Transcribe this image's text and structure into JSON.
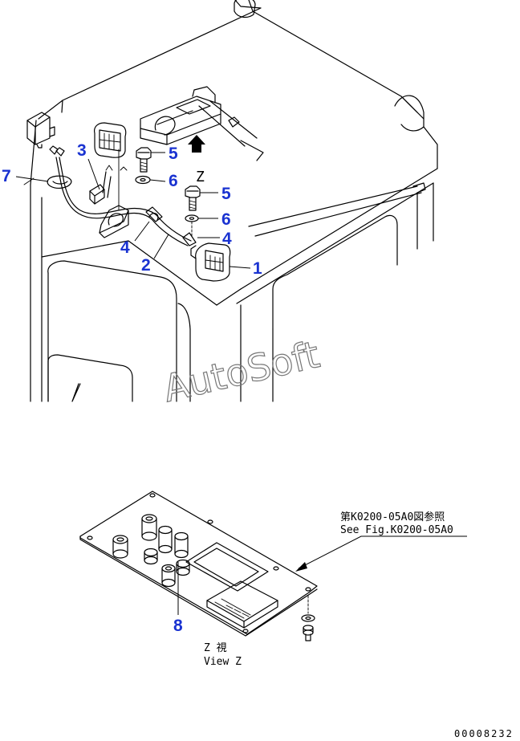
{
  "callouts": {
    "c1": "1",
    "c2": "2",
    "c3": "3",
    "c4a": "4",
    "c4b": "4",
    "c5a": "5",
    "c5b": "5",
    "c6a": "6",
    "c6b": "6",
    "c7": "7",
    "c8": "8"
  },
  "view_marker": "Z",
  "reference": {
    "jp": "第K0200-05A0図参照",
    "en": "See Fig.K0200-05A0"
  },
  "view_caption": {
    "jp": "Z 視",
    "en": "View Z"
  },
  "watermark": "AutoSoft",
  "drawing_number": "00008232",
  "colors": {
    "callout": "#1a33d1",
    "line": "#000000",
    "watermark": "#777777"
  }
}
